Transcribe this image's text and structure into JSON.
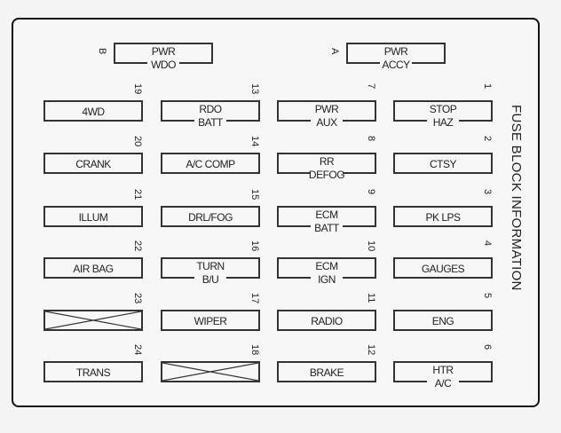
{
  "title": "FUSE BLOCK INFORMATION",
  "top_fuses": [
    {
      "id": "B",
      "line1": "PWR",
      "line2": "WDO"
    },
    {
      "id": "A",
      "line1": "PWR",
      "line2": "ACCY"
    }
  ],
  "columns": [
    [
      {
        "num": "19",
        "line1": "4WD"
      },
      {
        "num": "20",
        "line1": "CRANK"
      },
      {
        "num": "21",
        "line1": "ILLUM"
      },
      {
        "num": "22",
        "line1": "AIR BAG"
      },
      {
        "num": "23",
        "empty": true
      },
      {
        "num": "24",
        "line1": "TRANS"
      }
    ],
    [
      {
        "num": "13",
        "line1": "RDO",
        "line2": "BATT"
      },
      {
        "num": "14",
        "line1": "A/C COMP"
      },
      {
        "num": "15",
        "line1": "DRL/FOG"
      },
      {
        "num": "16",
        "line1": "TURN",
        "line2": "B/U"
      },
      {
        "num": "17",
        "line1": "WIPER"
      },
      {
        "num": "18",
        "empty": true
      }
    ],
    [
      {
        "num": "7",
        "line1": "PWR",
        "line2": "AUX"
      },
      {
        "num": "8",
        "line1": "RR",
        "line2": "DEFOG"
      },
      {
        "num": "9",
        "line1": "ECM",
        "line2": "BATT"
      },
      {
        "num": "10",
        "line1": "ECM",
        "line2": "IGN"
      },
      {
        "num": "11",
        "line1": "RADIO"
      },
      {
        "num": "12",
        "line1": "BRAKE"
      }
    ],
    [
      {
        "num": "1",
        "line1": "STOP",
        "line2": "HAZ"
      },
      {
        "num": "2",
        "line1": "CTSY"
      },
      {
        "num": "3",
        "line1": "PK LPS"
      },
      {
        "num": "4",
        "line1": "GAUGES"
      },
      {
        "num": "5",
        "line1": "ENG"
      },
      {
        "num": "6",
        "line1": "HTR",
        "line2": "A/C"
      }
    ]
  ]
}
